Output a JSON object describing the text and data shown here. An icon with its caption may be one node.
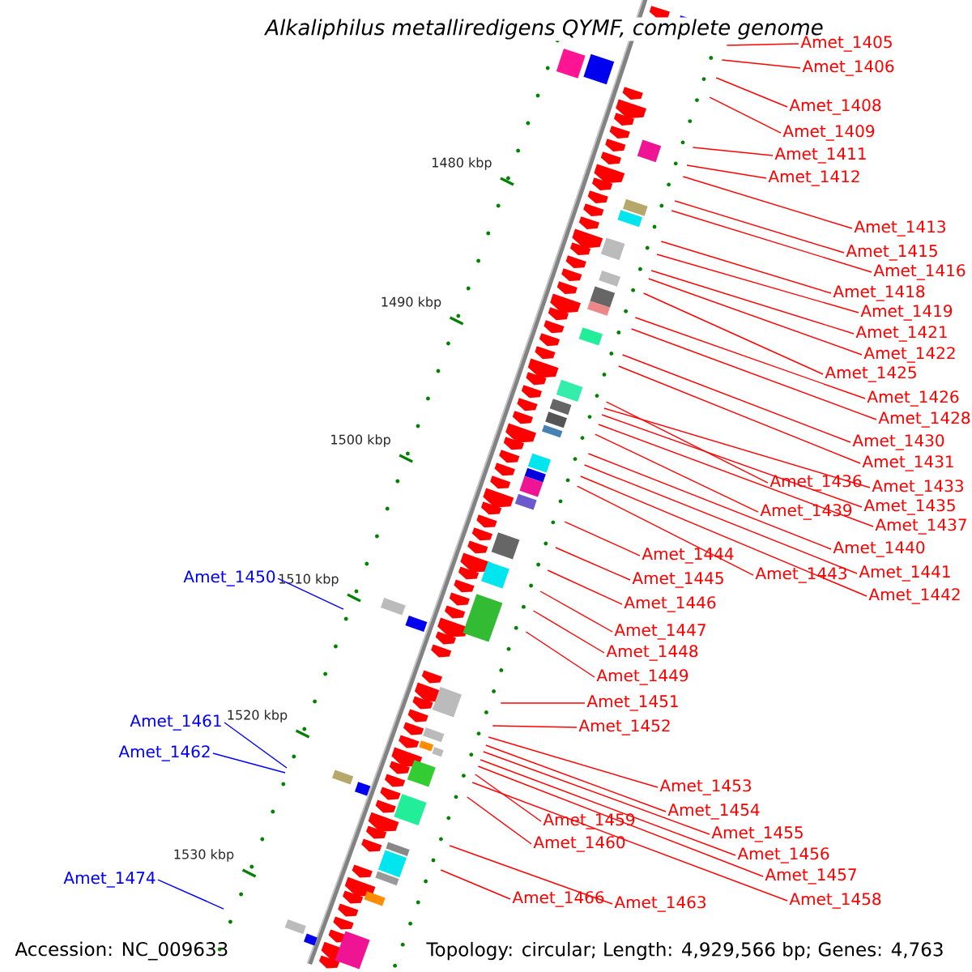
{
  "diagram": {
    "title": "Alkaliphilus metalliredigens QYMF, complete genome",
    "nodes": [
      {
        "text": [
          "Amet_1405"
        ]
      },
      {
        "text": [
          "Amet_1406"
        ]
      },
      {
        "text": [
          "Amet_1408"
        ]
      },
      {
        "text": [
          "Amet_1409"
        ]
      },
      {
        "text": [
          "Amet_1411"
        ]
      },
      {
        "text": [
          "Amet_1412"
        ]
      },
      {
        "text": [
          "Amet_1413"
        ]
      },
      {
        "text": [
          "Amet_1415"
        ]
      },
      {
        "text": [
          "Amet_1416"
        ]
      },
      {
        "text": [
          "Amet_1418"
        ]
      },
      {
        "text": [
          "Amet_1419"
        ]
      },
      {
        "text": [
          "Amet_1421"
        ]
      },
      {
        "text": [
          "Amet_1422"
        ]
      },
      {
        "text": [
          "Amet_1425"
        ]
      },
      {
        "text": [
          "Amet_1426"
        ]
      },
      {
        "text": [
          "Amet_1428"
        ]
      },
      {
        "text": [
          "Amet_1430"
        ]
      },
      {
        "text": [
          "Amet_1431"
        ]
      },
      {
        "text": [
          "Amet_1436"
        ]
      },
      {
        "text": [
          "Amet_1433"
        ]
      },
      {
        "text": [
          "Amet_1439"
        ]
      },
      {
        "text": [
          "Amet_1435"
        ]
      },
      {
        "text": [
          "Amet_1437"
        ]
      },
      {
        "text": [
          "Amet_1440"
        ]
      },
      {
        "text": [
          "Amet_1444"
        ]
      },
      {
        "text": [
          "Amet_1441"
        ]
      },
      {
        "text": [
          "Amet_1443"
        ]
      },
      {
        "text": [
          "Amet_1445"
        ]
      },
      {
        "text": [
          "Amet_1450"
        ]
      },
      {
        "text": [
          "Amet_1442"
        ]
      },
      {
        "text": [
          "Amet_1446"
        ]
      },
      {
        "text": [
          "Amet_1447"
        ]
      },
      {
        "text": [
          "Amet_1448"
        ]
      },
      {
        "text": [
          "Amet_1449"
        ]
      },
      {
        "text": [
          "Amet_1451"
        ]
      },
      {
        "text": [
          "Amet_1461"
        ]
      },
      {
        "text": [
          "Amet_1452"
        ]
      },
      {
        "text": [
          "Amet_1462"
        ]
      },
      {
        "text": [
          "Amet_1453"
        ]
      },
      {
        "text": [
          "Amet_1454"
        ]
      },
      {
        "text": [
          "Amet_1459"
        ]
      },
      {
        "text": [
          "Amet_1455"
        ]
      },
      {
        "text": [
          "Amet_1460"
        ]
      },
      {
        "text": [
          "Amet_1456"
        ]
      },
      {
        "text": [
          "Amet_1457"
        ]
      },
      {
        "text": [
          "Amet_1474"
        ]
      },
      {
        "text": [
          "Amet_1466"
        ]
      },
      {
        "text": [
          "Amet_1458"
        ]
      },
      {
        "text": [
          "Amet_1463"
        ]
      }
    ],
    "edges": [
      {
        "from": 0,
        "to": null,
        "arrow": "none"
      },
      {
        "from": 1,
        "to": null,
        "arrow": "none"
      },
      {
        "from": 2,
        "to": null,
        "arrow": "none"
      },
      {
        "from": 3,
        "to": null,
        "arrow": "none"
      },
      {
        "from": 4,
        "to": null,
        "arrow": "none"
      },
      {
        "from": 5,
        "to": null,
        "arrow": "none"
      },
      {
        "from": 6,
        "to": null,
        "arrow": "none"
      },
      {
        "from": 7,
        "to": null,
        "arrow": "none"
      },
      {
        "from": 8,
        "to": null,
        "arrow": "none"
      },
      {
        "from": 9,
        "to": null,
        "arrow": "none"
      },
      {
        "from": 10,
        "to": null,
        "arrow": "none"
      },
      {
        "from": 11,
        "to": null,
        "arrow": "none"
      },
      {
        "from": 12,
        "to": null,
        "arrow": "none"
      },
      {
        "from": 13,
        "to": null,
        "arrow": "none"
      },
      {
        "from": 14,
        "to": null,
        "arrow": "none"
      },
      {
        "from": 15,
        "to": null,
        "arrow": "none"
      },
      {
        "from": 16,
        "to": null,
        "arrow": "none"
      },
      {
        "from": 17,
        "to": null,
        "arrow": "none"
      },
      {
        "from": 18,
        "to": null,
        "arrow": "none"
      },
      {
        "from": 19,
        "to": null,
        "arrow": "none"
      },
      {
        "from": 20,
        "to": null,
        "arrow": "none"
      },
      {
        "from": 21,
        "to": null,
        "arrow": "none"
      },
      {
        "from": 22,
        "to": null,
        "arrow": "none"
      },
      {
        "from": 23,
        "to": null,
        "arrow": "none"
      },
      {
        "from": 24,
        "to": null,
        "arrow": "none"
      },
      {
        "from": 25,
        "to": null,
        "arrow": "none"
      },
      {
        "from": 26,
        "to": null,
        "arrow": "none"
      },
      {
        "from": 27,
        "to": null,
        "arrow": "none"
      },
      {
        "from": 28,
        "to": null,
        "arrow": "none",
        "color": "#0000ff"
      },
      {
        "from": 29,
        "to": null,
        "arrow": "none"
      },
      {
        "from": 30,
        "to": null,
        "arrow": "none"
      },
      {
        "from": 31,
        "to": null,
        "arrow": "none"
      },
      {
        "from": 32,
        "to": null,
        "arrow": "none"
      },
      {
        "from": 33,
        "to": null,
        "arrow": "none"
      },
      {
        "from": 34,
        "to": null,
        "arrow": "none"
      },
      {
        "from": 35,
        "to": null,
        "arrow": "none",
        "color": "#0000ff"
      },
      {
        "from": 36,
        "to": null,
        "arrow": "none"
      },
      {
        "from": 37,
        "to": null,
        "arrow": "none",
        "color": "#0000ff"
      },
      {
        "from": 38,
        "to": null,
        "arrow": "none"
      },
      {
        "from": 39,
        "to": null,
        "arrow": "none"
      },
      {
        "from": 40,
        "to": null,
        "arrow": "none"
      },
      {
        "from": 41,
        "to": null,
        "arrow": "none"
      },
      {
        "from": 42,
        "to": null,
        "arrow": "none"
      },
      {
        "from": 43,
        "to": null,
        "arrow": "none"
      },
      {
        "from": 44,
        "to": null,
        "arrow": "none"
      },
      {
        "from": 45,
        "to": null,
        "arrow": "none",
        "color": "#0000ff"
      },
      {
        "from": 46,
        "to": null,
        "arrow": "none"
      },
      {
        "from": 47,
        "to": null,
        "arrow": "none"
      },
      {
        "from": 48,
        "to": null,
        "arrow": "none"
      }
    ],
    "labels": [
      "1480 kbp",
      "1490 kbp",
      "1500 kbp",
      "1510 kbp",
      "1520 kbp",
      "1530 kbp",
      "Accession: NC_009633",
      "Topology: circular; Length: 4,929,566 bp; Genes: 4,763"
    ]
  }
}
